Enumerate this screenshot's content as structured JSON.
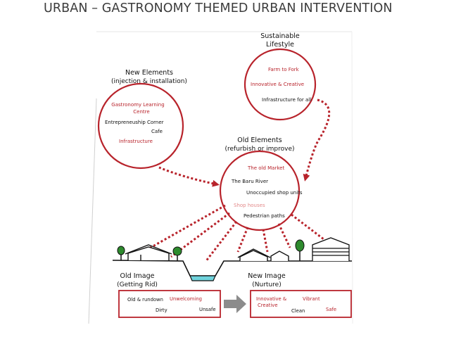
{
  "title": "URBAN – GASTRONOMY THEMED URBAN INTERVENTION",
  "colors": {
    "accent": "#b8232b",
    "ink": "#111111",
    "water": "#6fd3dc",
    "arrow_gray": "#8c8c8c"
  },
  "icons": [
    "tree-icon",
    "house-icon",
    "arrow-right-icon"
  ],
  "new_elements": {
    "heading_line1": "New Elements",
    "heading_line2": "(injection & installation)",
    "items": {
      "gastronomy_line1": "Gastronomy Learning",
      "gastronomy_line2": "Centre",
      "entrepreneurship": "Entrepreneuship Corner",
      "cafe": "Cafe",
      "infrastructure": "Infrastructure"
    }
  },
  "sustainable": {
    "heading_line1": "Sustainable",
    "heading_line2": "Lifestyle",
    "items": {
      "farm": "Farm to Fork",
      "innovative": "Innovative & Creative",
      "infra_all": "Infrastructure for all"
    }
  },
  "old_elements": {
    "heading_line1": "Old Elements",
    "heading_line2": "(refurbish or improve)",
    "items": {
      "market": "The old Market",
      "river": "The Baru River",
      "shop_units": "Unoccupied shop units",
      "shop_houses": "Shop houses",
      "pedestrian": "Pedestrian paths"
    }
  },
  "old_image": {
    "heading_line1": "Old Image",
    "heading_line2": "(Getting Rid)",
    "items": {
      "old_rundown": "Old & rundown",
      "unwelcoming": "Unwelcoming",
      "dirty": "Dirty",
      "unsafe": "Unsafe"
    }
  },
  "new_image": {
    "heading_line1": "New Image",
    "heading_line2": "(Nurture)",
    "items": {
      "innovative_line1": "Innovative &",
      "innovative_line2": "Creative",
      "vibrant": "Vibrant",
      "clean": "Clean",
      "safe": "Safe"
    }
  }
}
